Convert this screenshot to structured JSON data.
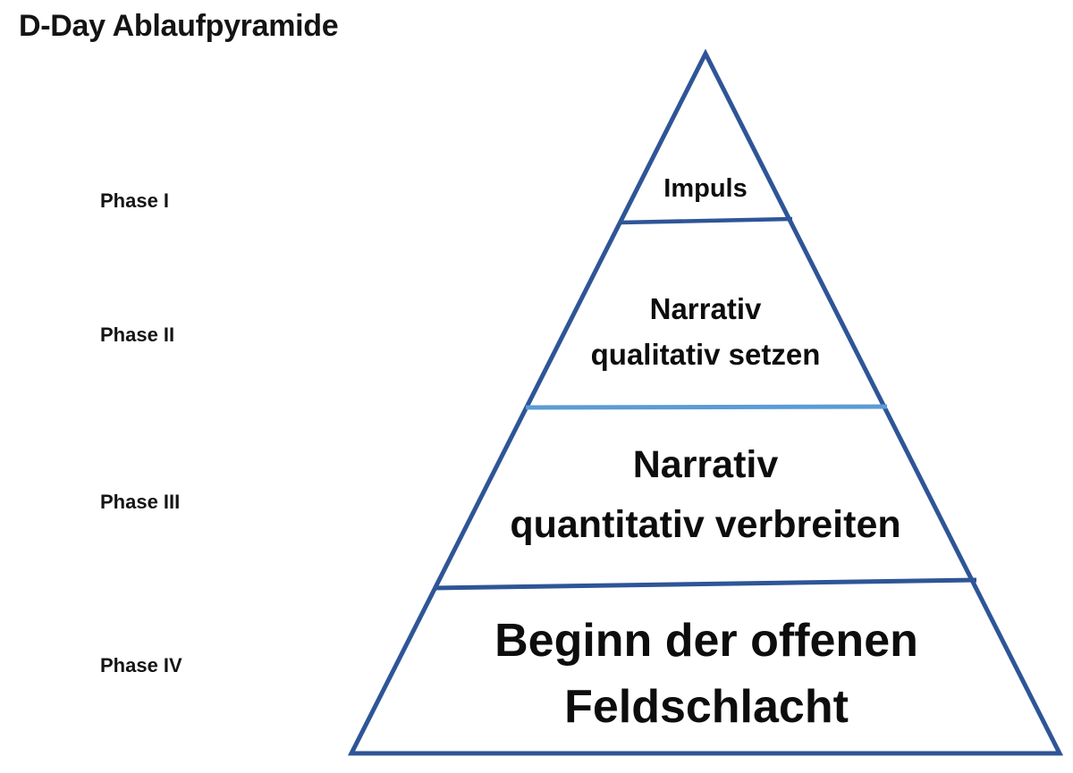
{
  "title": "D-Day Ablaufpyramide",
  "diagram": {
    "type": "pyramid",
    "phase_labels": [
      {
        "label": "Phase I"
      },
      {
        "label": "Phase II"
      },
      {
        "label": "Phase III"
      },
      {
        "label": "Phase IV"
      }
    ],
    "levels": [
      {
        "phase": "Phase I",
        "lines": [
          "Impuls"
        ]
      },
      {
        "phase": "Phase II",
        "lines": [
          "Narrativ",
          "qualitativ setzen"
        ]
      },
      {
        "phase": "Phase III",
        "lines": [
          "Narrativ",
          "quantitativ verbreiten"
        ]
      },
      {
        "phase": "Phase IV",
        "lines": [
          "Beginn der offenen",
          "Feldschlacht"
        ]
      }
    ],
    "colors": {
      "outline": "#2E5597",
      "divider_dark": "#2E5597",
      "divider_light": "#5B9BD5",
      "text": "#111111",
      "background": "#FFFFFF"
    }
  }
}
